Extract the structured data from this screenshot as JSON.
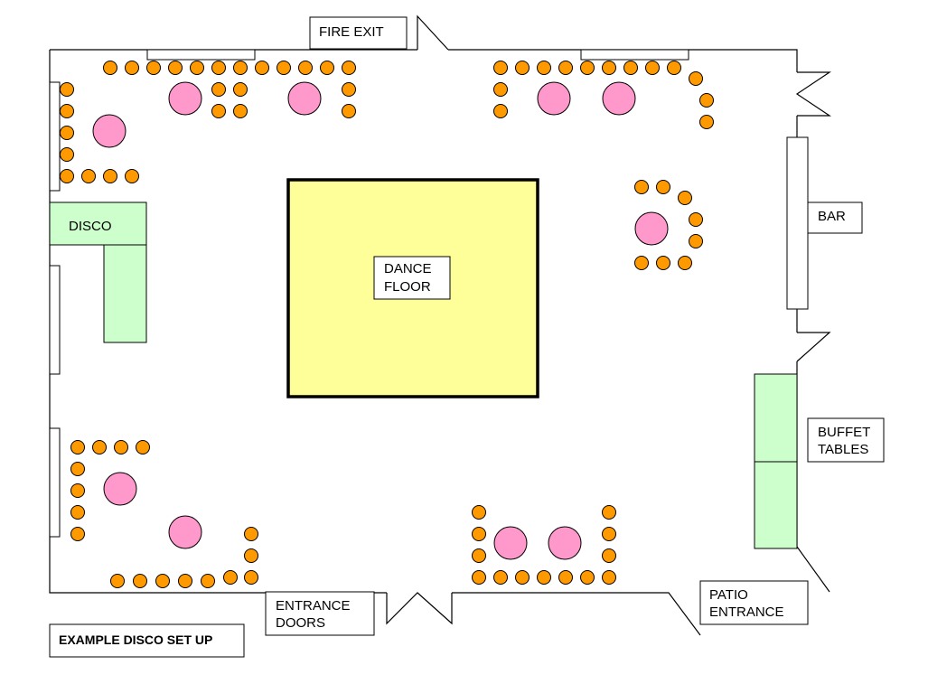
{
  "colors": {
    "wall": "#000000",
    "dance_floor": "#FFFF99",
    "green_furniture": "#CCFFCC",
    "table": "#FF99CC",
    "chair": "#FF9900"
  },
  "labels": {
    "fire_exit": "FIRE EXIT",
    "bar": "BAR",
    "disco": "DISCO",
    "dance_floor": [
      "DANCE",
      "FLOOR"
    ],
    "buffet_tables": [
      "BUFFET",
      "TABLES"
    ],
    "entrance_doors": [
      "ENTRANCE",
      "DOORS"
    ],
    "patio_entrance": [
      "PATIO",
      "ENTRANCE"
    ],
    "example_title": "EXAMPLE DISCO SET UP"
  }
}
